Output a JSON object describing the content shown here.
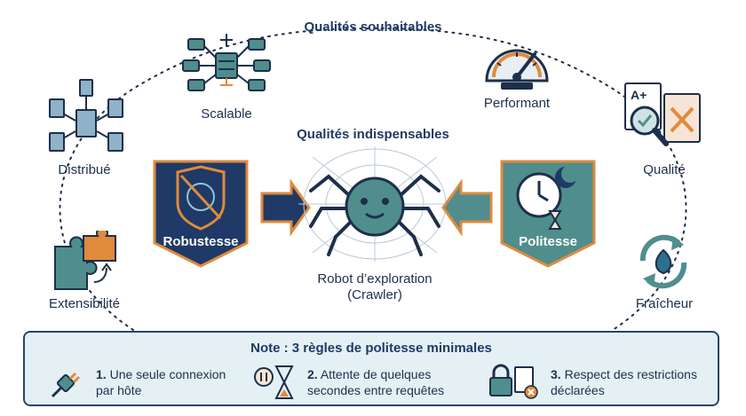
{
  "diagram": {
    "outer_title": "Qualités souhaitables",
    "inner_title": "Qualités indispensables",
    "center_label_line1": "Robot d’exploration",
    "center_label_line2": "(Crawler)",
    "outer_qualities": [
      {
        "label": "Scalable",
        "icon": "server-network-icon"
      },
      {
        "label": "Performant",
        "icon": "speedometer-icon"
      },
      {
        "label": "Distribué",
        "icon": "distributed-servers-icon"
      },
      {
        "label": "Qualité",
        "icon": "quality-check-icon"
      },
      {
        "label": "Extensibilité",
        "icon": "puzzle-icon"
      },
      {
        "label": "Fraîcheur",
        "icon": "refresh-leaf-icon"
      }
    ],
    "badges": {
      "left": {
        "label": "Robustesse",
        "icon": "shield-icon"
      },
      "right": {
        "label": "Politesse",
        "icon": "clock-moon-icon"
      }
    },
    "colors": {
      "navy": "#1f3a66",
      "teal": "#4f8e8c",
      "orange": "#e08a3c",
      "note_bg": "#e4f0f4"
    }
  },
  "note": {
    "title": "Note : 3 règles de politesse minimales",
    "rules": [
      {
        "number": "1.",
        "line1": "Une seule connexion",
        "line2": "par hôte",
        "icon": "plug-icon"
      },
      {
        "number": "2.",
        "line1": "Attente de quelques",
        "line2": "secondes entre requêtes",
        "icon": "hourglass-pause-icon"
      },
      {
        "number": "3.",
        "line1": "Respect des restrictions",
        "line2": "déclarées",
        "icon": "lock-document-icon"
      }
    ]
  }
}
